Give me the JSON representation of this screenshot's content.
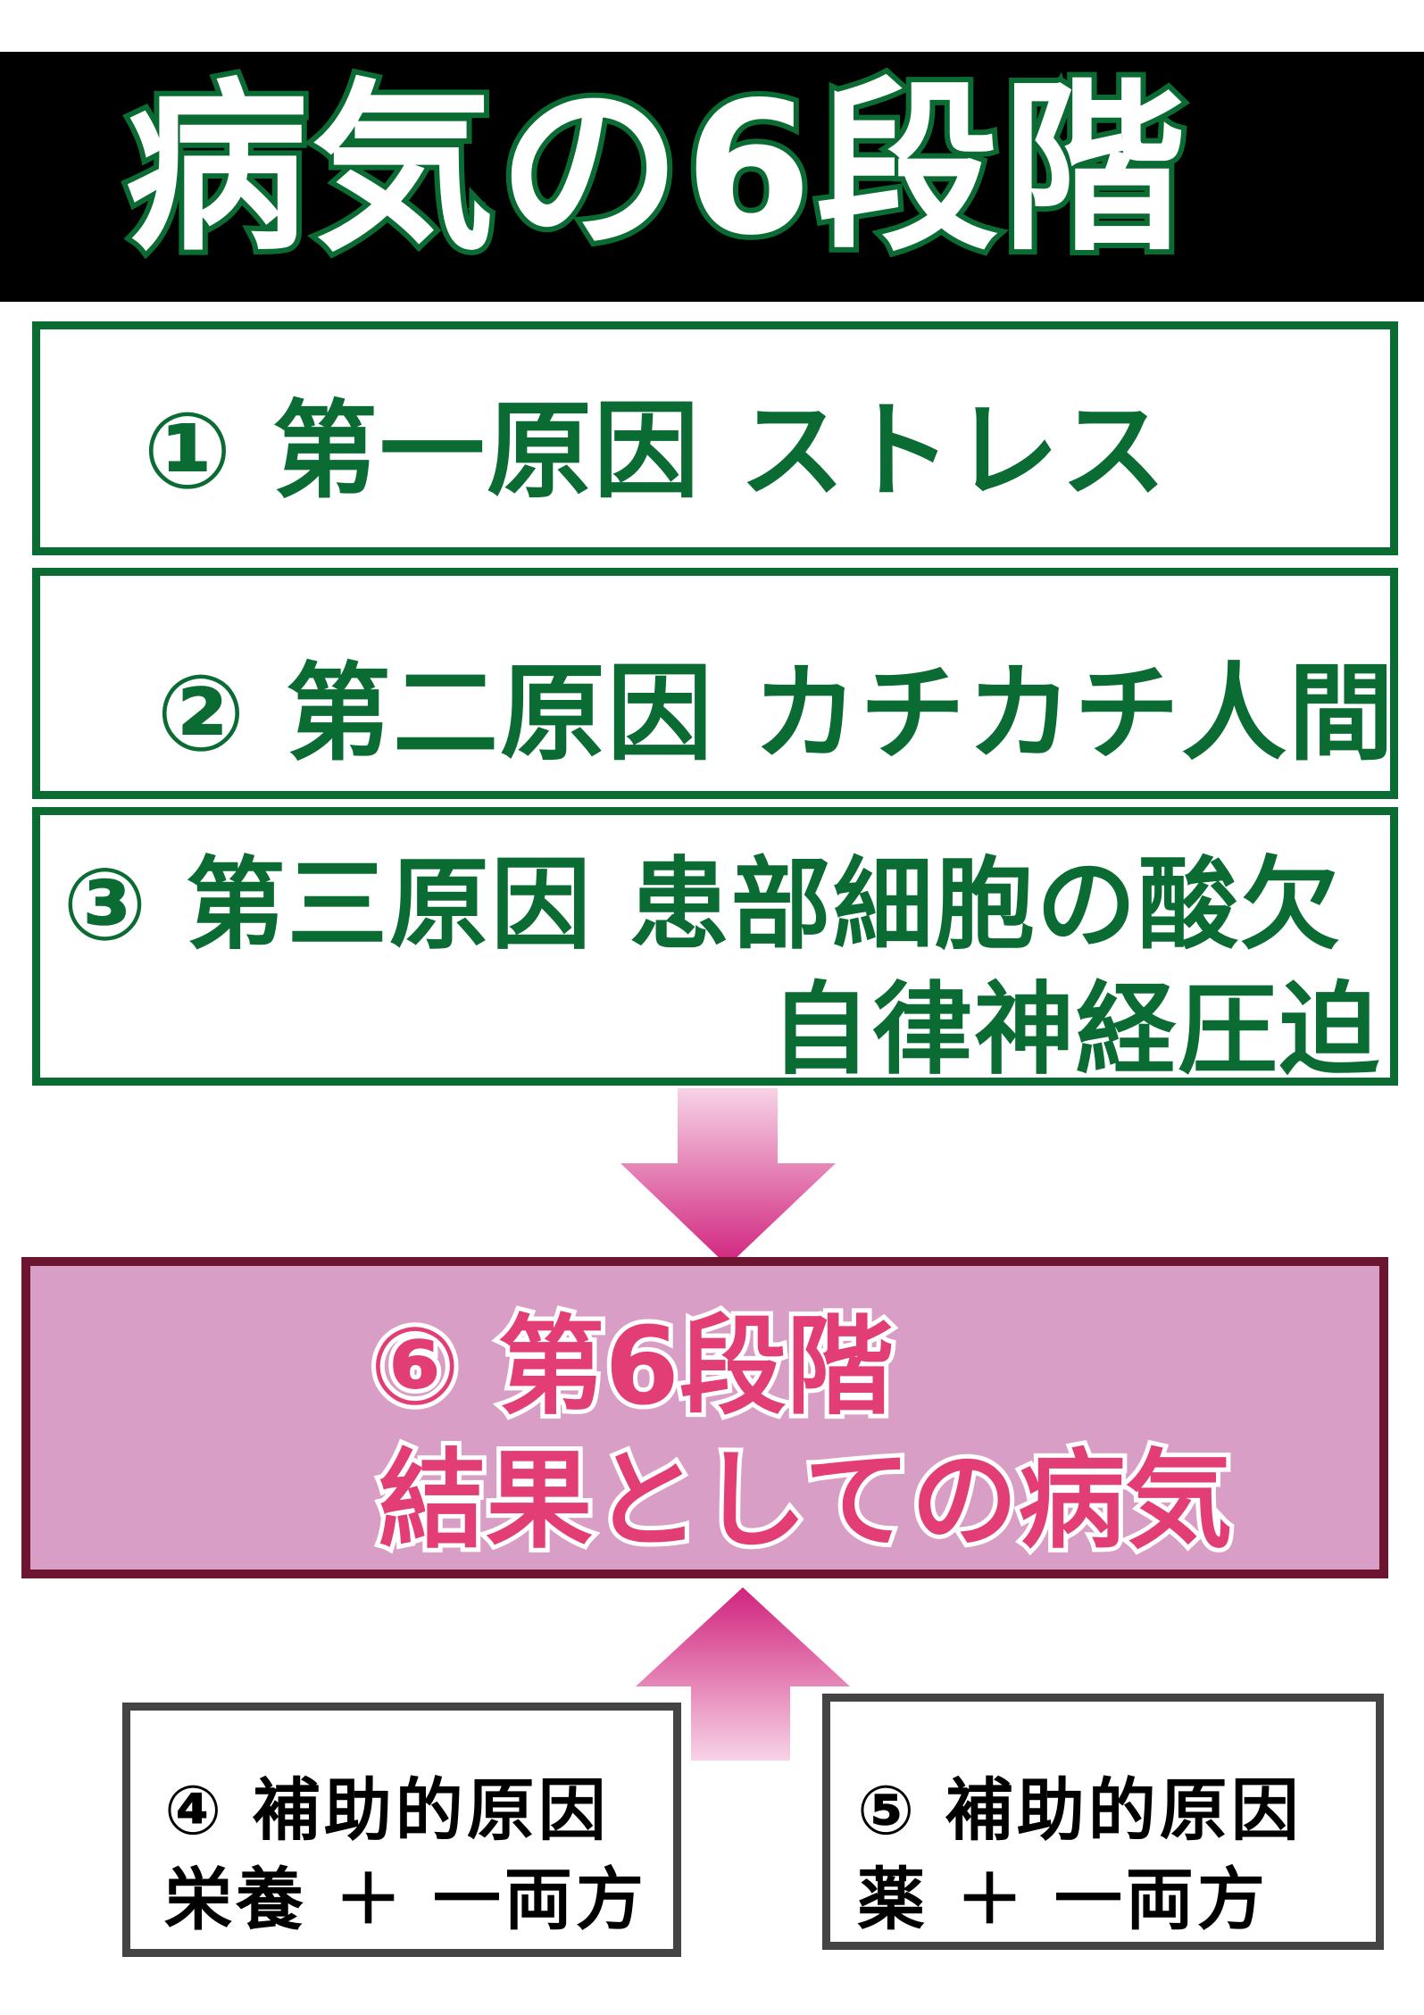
{
  "title": "病気の6段階",
  "stages": {
    "first": {
      "label": "① 第一原因 ストレス"
    },
    "second": {
      "label": "② 第二原因 カチカチ人間"
    },
    "third": {
      "label": "③ 第三原因 患部細胞の酸欠",
      "line2": "自律神経圧迫"
    },
    "sixth": {
      "label": "⑥ 第6段階",
      "line2": "結果としての病気"
    },
    "fourth": {
      "label": "④ 補助的原因",
      "line2": "栄養 ＋ 一両方"
    },
    "fifth": {
      "label": "⑤ 補助的原因",
      "line2": "薬 ＋ 一両方"
    }
  },
  "colors": {
    "green": "#0a6b33",
    "pink_box": "#d89ec6",
    "pink_text": "#e23d74",
    "maroon": "#6b1530"
  }
}
